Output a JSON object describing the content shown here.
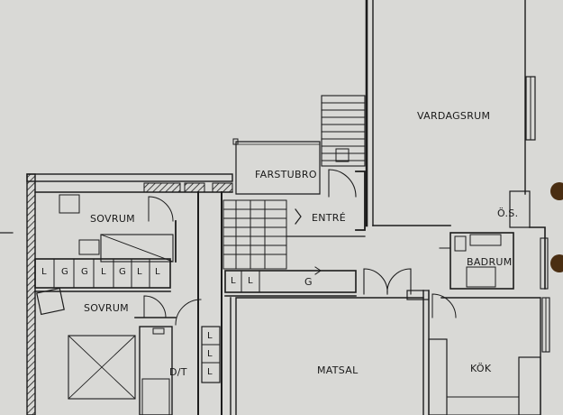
{
  "rooms": {
    "vardagsrum": "VARDAGSRUM",
    "farstubro": "FARSTUBRO",
    "entre": "ENTRÉ",
    "os": "Ö.S.",
    "sovrum_upper": "SOVRUM",
    "badrum": "BADRUM",
    "sovrum_lower": "SOVRUM",
    "g_hall": "G",
    "dt": "D/T",
    "matsal": "MATSAL",
    "kok": "KÖK"
  },
  "closets": {
    "row_top": [
      "L",
      "G",
      "G",
      "L",
      "G",
      "L",
      "L"
    ],
    "row_hall": [
      "L",
      "L"
    ],
    "col_dt": [
      "L",
      "L",
      "L"
    ]
  },
  "colors": {
    "paper": "#d9d9d6",
    "ink": "#1c1c1c",
    "punch_hole": "#4a2e12"
  }
}
